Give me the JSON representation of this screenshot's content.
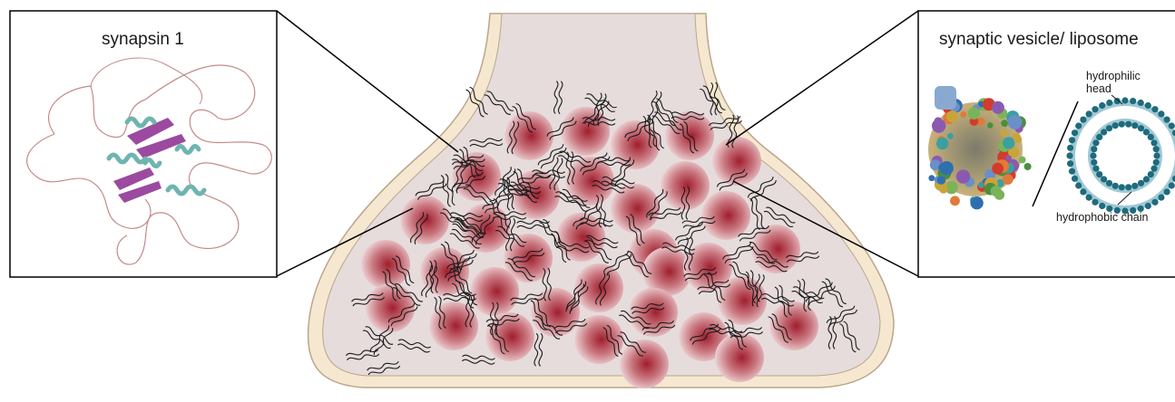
{
  "left_panel": {
    "title": "synapsin 1"
  },
  "right_panel": {
    "title": "synaptic vesicle/ liposome",
    "labels": {
      "head_line1": "hydrophilic",
      "head_line2": "head",
      "chain": "hydrophobic chain"
    }
  },
  "colors": {
    "membrane": "#f6e8d0",
    "membrane_edge": "#c9b79b",
    "cytoplasm": "#e6dcdc",
    "vesicle_center": "#a01e2e",
    "vesicle_edge": "#ead0d2",
    "protein_coil": "#c48a8a",
    "helix": "#6fb4b0",
    "sheet": "#9b4aa0",
    "lipid_head": "#1e6b7d"
  }
}
